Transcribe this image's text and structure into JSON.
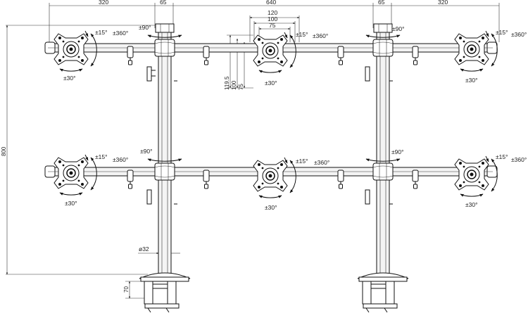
{
  "dimensions": {
    "top_left_width": "320",
    "top_left_gap": "65",
    "top_center_width": "640",
    "top_right_gap": "65",
    "top_right_width": "320",
    "vesa_120": "120",
    "vesa_100": "100",
    "vesa_75": "75",
    "height_119_5": "119.5",
    "height_100": "100",
    "height_75": "75",
    "total_height": "800",
    "pole_diameter": "ø32",
    "clamp_height": "70"
  },
  "angle_labels": {
    "tilt": "±15°",
    "rotate": "±360°",
    "swivel_plate": "±30°",
    "swivel_arm": "±90°"
  }
}
